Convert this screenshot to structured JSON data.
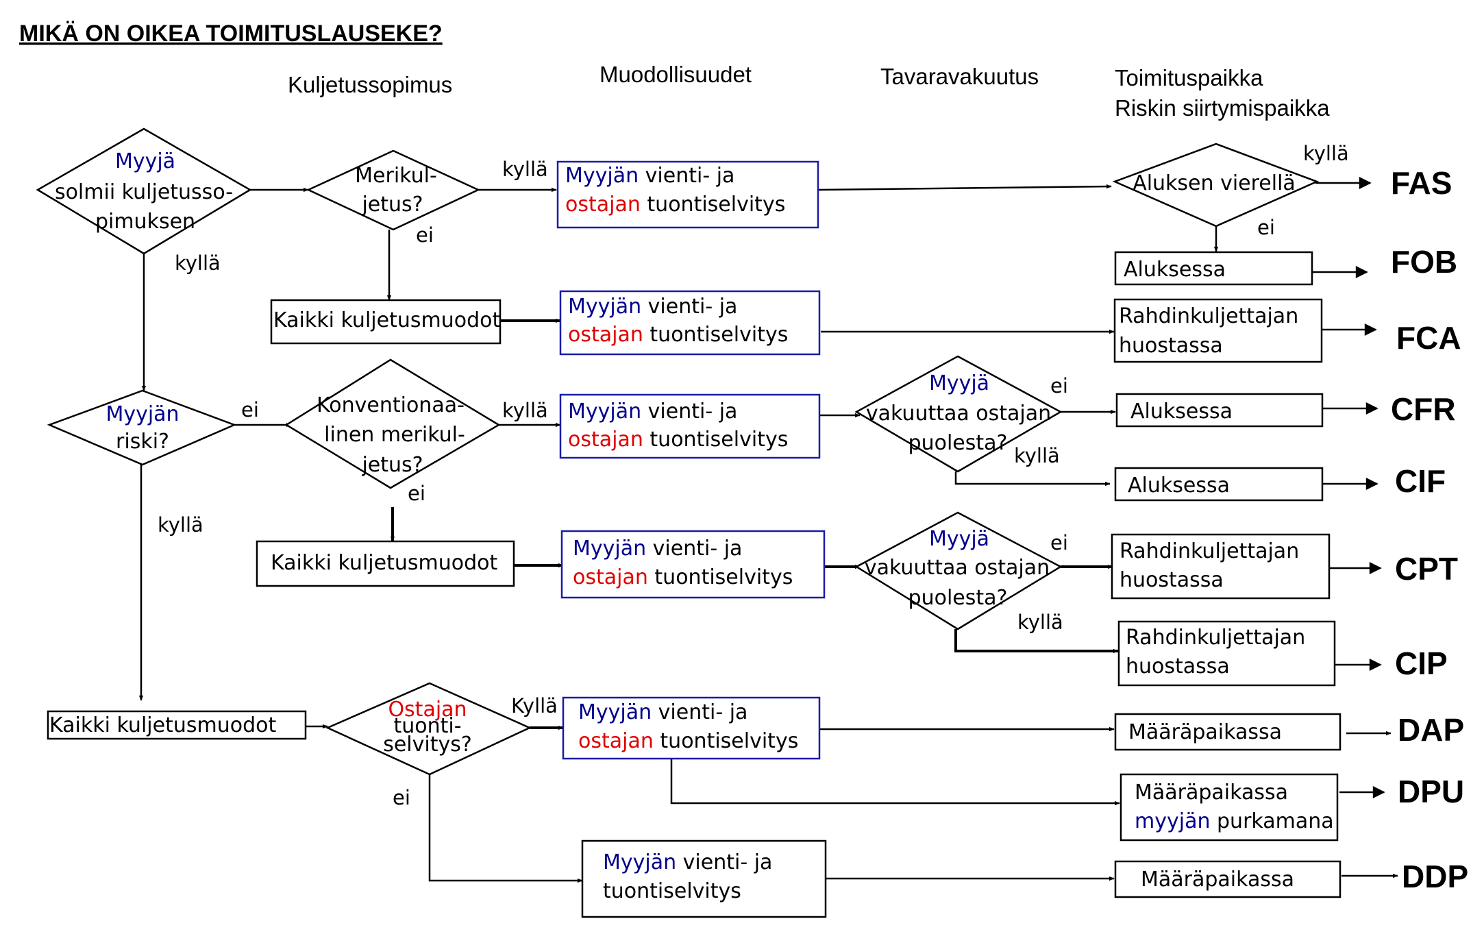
{
  "title": "MIKÄ ON OIKEA TOIMITUSLAUSEKE?",
  "columns": {
    "c1": "Kuljetussopimus",
    "c2": "Muodollisuudet",
    "c3": "Tavaravakuutus",
    "c4a": "Toimituspaikka",
    "c4b": "Riskin siirtymispaikka"
  },
  "labels": {
    "yes": "kyllä",
    "yes_cap": "Kyllä",
    "no": "ei"
  },
  "decisions": {
    "d1": {
      "a": "Myyjä",
      "b": "solmii kuljetusso-",
      "c": "pimuksen"
    },
    "d2": {
      "a": "Merikul-",
      "b": "jetus?"
    },
    "d3": {
      "a": "Myyjän",
      "b": "riski?"
    },
    "d4": {
      "a": "Konventionaa-",
      "b": "linen merikul-",
      "c": "jetus?"
    },
    "d5": {
      "a": "Ostajan",
      "b": "tuonti-",
      "c": "selvitys?"
    },
    "ins": {
      "a": "Myyjä",
      "b": "vakuuttaa ostajan",
      "c": "puolesta?"
    },
    "alongside": "Aluksen vierellä"
  },
  "boxes": {
    "all_modes": "Kaikki kuljetusmuodot",
    "seller_export": "Myyjän",
    "export_rest": "vienti- ja",
    "buyer": "ostajan",
    "import": "tuontiselvitys",
    "on_board": "Aluksessa",
    "carrier_a": "Rahdinkuljettajan",
    "carrier_b": "huostassa",
    "destination": "Määräpaikassa",
    "unloaded_seller": "myyjän",
    "unloaded_rest": "purkamana"
  },
  "terms": [
    "FAS",
    "FOB",
    "FCA",
    "CFR",
    "CIF",
    "CPT",
    "CIP",
    "DAP",
    "DPU",
    "DDP"
  ]
}
